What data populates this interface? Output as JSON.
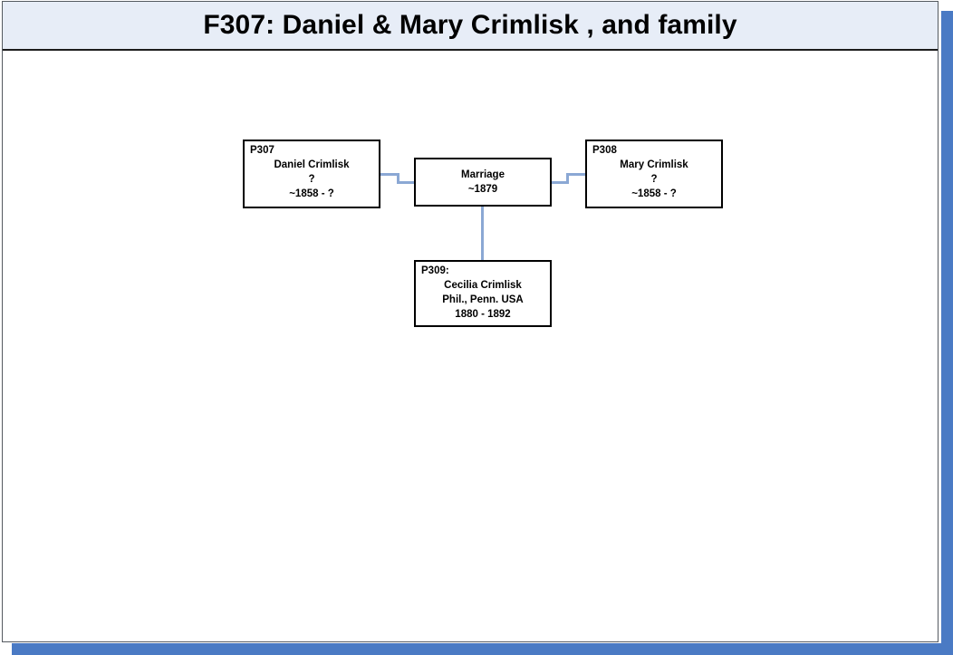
{
  "document": {
    "title": "F307: Daniel & Mary Crimlisk , and family"
  },
  "theme": {
    "title_band_bg": "#e7edf7",
    "page_bg": "#ffffff",
    "node_border": "#000000",
    "connector_color": "#8ba8d4",
    "shadow_color": "#4a7ac4"
  },
  "chart_data": {
    "type": "diagram",
    "diagram_kind": "family-tree",
    "title": "F307: Daniel & Mary Crimlisk , and family",
    "nodes": [
      {
        "id": "P307",
        "role": "father",
        "id_line": "P307",
        "name": "Daniel Crimlisk",
        "place": "?",
        "dates": "~1858 - ?"
      },
      {
        "id": "P308",
        "role": "mother",
        "id_line": "P308",
        "name": "Mary Crimlisk",
        "place": "?",
        "dates": "~1858 - ?"
      },
      {
        "id": "MARRIAGE",
        "role": "marriage",
        "label": "Marriage",
        "date": "~1879"
      },
      {
        "id": "P309",
        "role": "child",
        "id_line": "P309:",
        "name": "Cecilia Crimlisk",
        "place": "Phil., Penn. USA",
        "dates": "1880 - 1892"
      }
    ],
    "edges": [
      {
        "from": "P307",
        "to": "MARRIAGE",
        "style": "stepped"
      },
      {
        "from": "MARRIAGE",
        "to": "P308",
        "style": "stepped"
      },
      {
        "from": "MARRIAGE",
        "to": "P309",
        "style": "vertical"
      }
    ]
  }
}
